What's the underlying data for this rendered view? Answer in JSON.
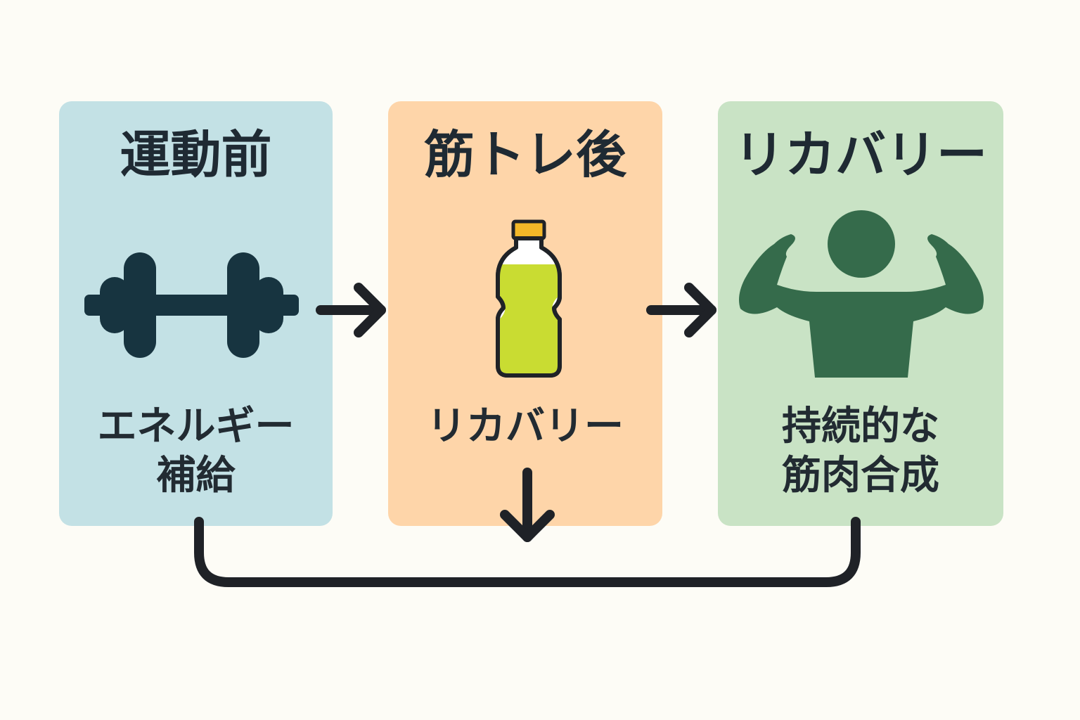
{
  "steps": [
    {
      "title": "運動前",
      "icon": "dumbbell-icon",
      "caption": [
        "エネルギー",
        "補給"
      ]
    },
    {
      "title": "筋トレ後",
      "icon": "bottle-icon",
      "caption": [
        "リカバリー"
      ]
    },
    {
      "title": "リカバリー",
      "icon": "flexing-person-icon",
      "caption": [
        "持続的な",
        "筋肉合成"
      ]
    }
  ],
  "colors": {
    "background": "#fdfcf6",
    "card_pre": "#c3e1e5",
    "card_post": "#fed5a9",
    "card_recovery": "#c9e3c5",
    "dumbbell": "#173440",
    "bottle_liquid": "#c9dc32",
    "bottle_cap": "#f3b728",
    "person": "#356b4b",
    "arrow": "#1f2227"
  }
}
